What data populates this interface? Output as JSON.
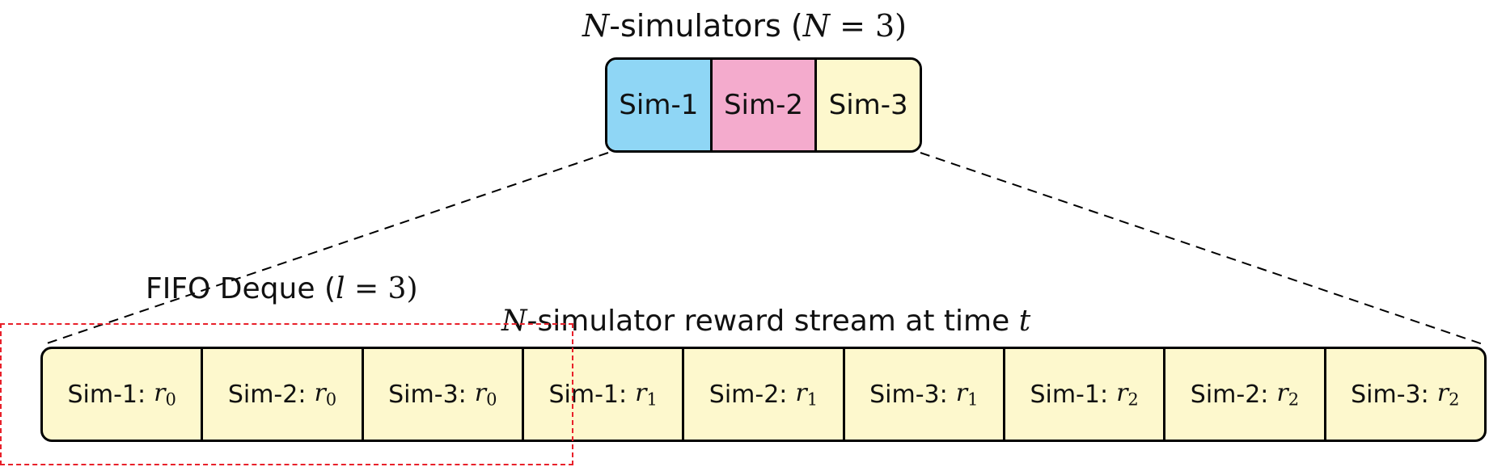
{
  "simulators": {
    "title_prefix": "N",
    "title_text": "-simulators (",
    "title_var": "N",
    "title_eq": " = 3)",
    "cells": [
      {
        "label": "Sim-1",
        "color": "#8fd6f5"
      },
      {
        "label": "Sim-2",
        "color": "#f4abcd"
      },
      {
        "label": "Sim-3",
        "color": "#fdf8cd"
      }
    ]
  },
  "fifo": {
    "label_text": "FIFO Deque (",
    "label_var": "l",
    "label_eq": " = 3)",
    "border_color": "#e8202a"
  },
  "stream": {
    "label_var": "N",
    "label_text": "-simulator reward stream at time ",
    "label_time": "t",
    "fill_color": "#fdf8cd",
    "cells": [
      {
        "sim": "Sim-1:",
        "reward": "r",
        "index": "0"
      },
      {
        "sim": "Sim-2:",
        "reward": "r",
        "index": "0"
      },
      {
        "sim": "Sim-3:",
        "reward": "r",
        "index": "0"
      },
      {
        "sim": "Sim-1:",
        "reward": "r",
        "index": "1"
      },
      {
        "sim": "Sim-2:",
        "reward": "r",
        "index": "1"
      },
      {
        "sim": "Sim-3:",
        "reward": "r",
        "index": "1"
      },
      {
        "sim": "Sim-1:",
        "reward": "r",
        "index": "2"
      },
      {
        "sim": "Sim-2:",
        "reward": "r",
        "index": "2"
      },
      {
        "sim": "Sim-3:",
        "reward": "r",
        "index": "2"
      }
    ]
  }
}
